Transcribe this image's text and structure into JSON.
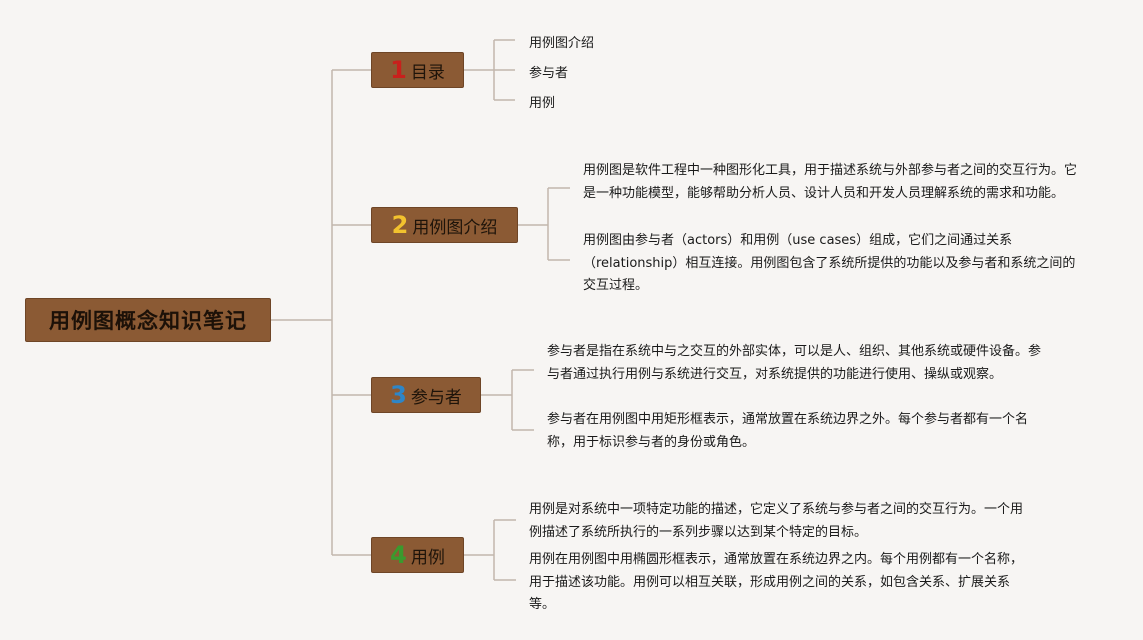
{
  "root": {
    "title": "用例图概念知识笔记"
  },
  "branches": [
    {
      "number": "1",
      "number_color": "#c8201c",
      "title": "目录",
      "items": [
        "用例图介绍",
        "参与者",
        "用例"
      ]
    },
    {
      "number": "2",
      "number_color": "#f2c22e",
      "title": "用例图介绍",
      "paragraphs": [
        "用例图是软件工程中一种图形化工具，用于描述系统与外部参与者之间的交互行为。它是一种功能模型，能够帮助分析人员、设计人员和开发人员理解系统的需求和功能。",
        "用例图由参与者（actors）和用例（use cases）组成，它们之间通过关系（relationship）相互连接。用例图包含了系统所提供的功能以及参与者和系统之间的交互过程。"
      ]
    },
    {
      "number": "3",
      "number_color": "#2e86c8",
      "title": "参与者",
      "paragraphs": [
        "参与者是指在系统中与之交互的外部实体，可以是人、组织、其他系统或硬件设备。参与者通过执行用例与系统进行交互，对系统提供的功能进行使用、操纵或观察。",
        "参与者在用例图中用矩形框表示，通常放置在系统边界之外。每个参与者都有一个名称，用于标识参与者的身份或角色。"
      ]
    },
    {
      "number": "4",
      "number_color": "#3a9a2e",
      "title": "用例",
      "paragraphs": [
        "用例是对系统中一项特定功能的描述，它定义了系统与参与者之间的交互行为。一个用例描述了系统所执行的一系列步骤以达到某个特定的目标。",
        "用例在用例图中用椭圆形框表示，通常放置在系统边界之内。每个用例都有一个名称，用于描述该功能。用例可以相互关联，形成用例之间的关系，如包含关系、扩展关系等。"
      ]
    }
  ]
}
